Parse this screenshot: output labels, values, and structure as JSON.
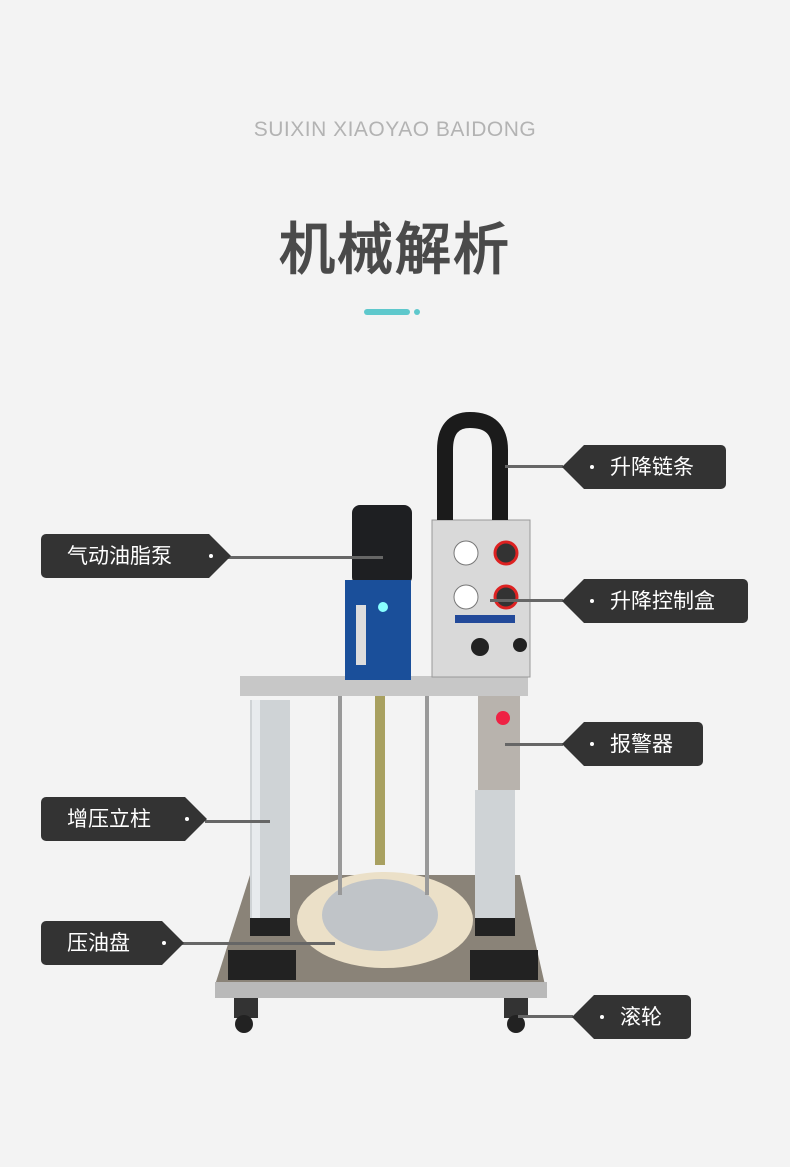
{
  "header": {
    "subtitle": "SUIXIN XIAOYAO BAIDONG",
    "title": "机械解析",
    "accent_color": "#5ec8cc"
  },
  "labels": {
    "pump": "气动油脂泵",
    "column": "增压立柱",
    "plate": "压油盘",
    "chain": "升降链条",
    "control_box": "升降控制盒",
    "alarm": "报警器",
    "wheel": "滚轮"
  }
}
